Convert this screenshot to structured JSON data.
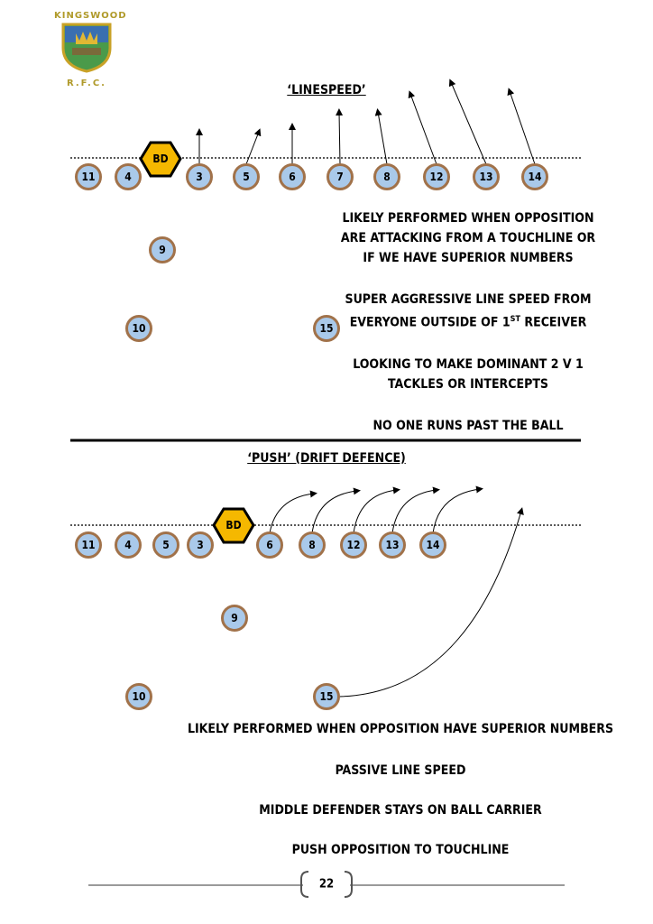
{
  "logo": {
    "top_text": "KINGSWOOD",
    "bottom_text": "R.F.C."
  },
  "top_section": {
    "title": "‘LINESPEED’",
    "ball": "BD",
    "players": [
      "11",
      "4",
      "3",
      "5",
      "6",
      "7",
      "8",
      "12",
      "13",
      "14",
      "9",
      "10",
      "15"
    ],
    "notes": [
      "LIKELY PERFORMED WHEN OPPOSITION",
      "ARE ATTACKING FROM A TOUCHLINE OR",
      "IF WE HAVE SUPERIOR NUMBERS",
      "SUPER AGGRESSIVE LINE SPEED FROM",
      "EVERYONE OUTSIDE OF 1",
      "ST",
      "RECEIVER",
      "LOOKING TO MAKE DOMINANT 2 V 1",
      "TACKLES OR INTERCEPTS",
      "NO ONE RUNS PAST THE BALL"
    ]
  },
  "bottom_section": {
    "title": "‘PUSH’ (DRIFT DEFENCE)",
    "ball": "BD",
    "players": [
      "11",
      "4",
      "5",
      "3",
      "6",
      "8",
      "12",
      "13",
      "14",
      "9",
      "10",
      "15"
    ],
    "notes": [
      "LIKELY PERFORMED WHEN OPPOSITION HAVE SUPERIOR NUMBERS",
      "PASSIVE LINE SPEED",
      "MIDDLE DEFENDER STAYS ON BALL CARRIER",
      "PUSH OPPOSITION TO TOUCHLINE"
    ]
  },
  "footer": {
    "page_number": "22"
  },
  "colors": {
    "player_fill": "#a9c9ea",
    "player_border": "#a1724a",
    "ball_fill": "#f5b800",
    "logo_gold": "#b09a2a"
  }
}
